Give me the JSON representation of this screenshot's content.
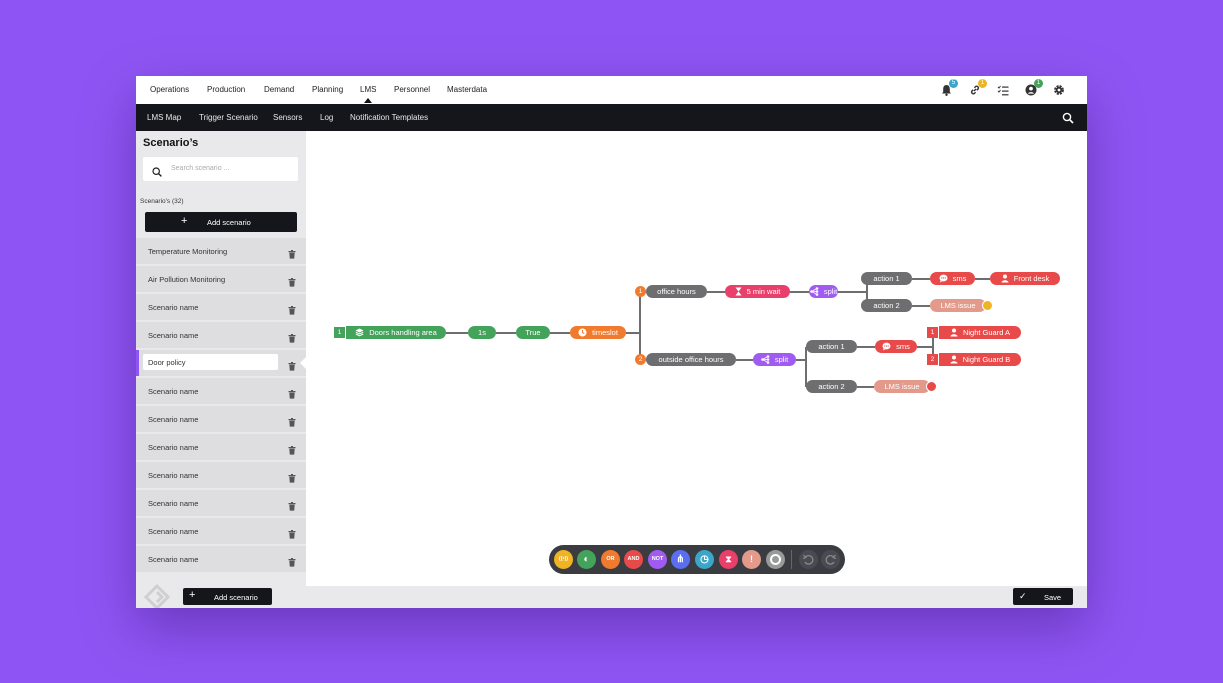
{
  "topnav": {
    "items": [
      "Operations",
      "Production",
      "Demand",
      "Planning",
      "LMS",
      "Personnel",
      "Masterdata"
    ],
    "active": "LMS",
    "icons": {
      "bell": {
        "icon": "bell-icon",
        "badge": "5",
        "color": "#3aa6c9"
      },
      "link": {
        "icon": "link-icon",
        "badge": "1",
        "color": "#f0b323"
      },
      "tasks": {
        "icon": "checklist-icon"
      },
      "user": {
        "icon": "user-icon",
        "badge": "1",
        "color": "#44a35b"
      },
      "settings": {
        "icon": "gear-icon"
      }
    }
  },
  "subnav": {
    "items": [
      "LMS Map",
      "Trigger Scenario",
      "Sensors",
      "Log",
      "Notification Templates"
    ]
  },
  "sidebar": {
    "title": "Scenario’s",
    "search_placeholder": "Search scenario ...",
    "count": "Scenario's (32)",
    "add_label": "Add scenario",
    "items": [
      "Temperature Monitoring",
      "Air Pollution Monitoring",
      "Scenario name",
      "Scenario name",
      "Door policy",
      "Scenario name",
      "Scenario name",
      "Scenario name",
      "Scenario name",
      "Scenario name",
      "Scenario name",
      "Scenario name"
    ],
    "selected_index": 4
  },
  "flow": {
    "start": {
      "num": "1",
      "label": "Doors handling area"
    },
    "duration": "1s",
    "condition": "True",
    "timeslot": "timeslot",
    "office": {
      "num": "1",
      "label": "office hours"
    },
    "outside": {
      "num": "2",
      "label": "outside office hours"
    },
    "wait": "5 min wait",
    "split1": "split",
    "split2": "split",
    "action1_top": "action 1",
    "action2_top": "action 2",
    "action1_bot": "action 1",
    "action2_bot": "action 2",
    "sms_top": "sms",
    "sms_bot": "sms",
    "front_desk": "Front desk",
    "lms_issue_top": "LMS issue",
    "lms_issue_bot": "LMS issue",
    "guard_a": {
      "num": "1",
      "label": "Night Guard A"
    },
    "guard_b": {
      "num": "2",
      "label": "Night Guard B"
    }
  },
  "toolbar": {
    "tools": [
      {
        "name": "trigger-tool",
        "label": "((•))",
        "color": "#f0b323"
      },
      {
        "name": "condition-tool",
        "label": "◐",
        "color": "#44a35b"
      },
      {
        "name": "or-tool",
        "label": "OR",
        "color": "#f07b2e"
      },
      {
        "name": "and-tool",
        "label": "AND",
        "color": "#e84a4a"
      },
      {
        "name": "not-tool",
        "label": "NOT",
        "color": "#a05cf0"
      },
      {
        "name": "split-tool",
        "label": "⋔",
        "color": "#5a6ff0"
      },
      {
        "name": "timeslot-tool",
        "label": "◷",
        "color": "#3aa6c9"
      },
      {
        "name": "wait-tool",
        "label": "⧗",
        "color": "#e8406b"
      },
      {
        "name": "issue-tool",
        "label": "!",
        "color": "#e39a8b"
      },
      {
        "name": "end-tool",
        "label": "",
        "color": "#9a9a9a"
      }
    ]
  },
  "bottombar": {
    "add_label": "Add scenario",
    "save_label": "Save"
  },
  "colors": {
    "green": "#44a35b",
    "orange": "#f07b2e",
    "grey": "#6e6e70",
    "pink": "#e8406b",
    "purple": "#a05cf0",
    "red": "#e84a4a",
    "salmon": "#e39a8b",
    "yellow": "#f0b323"
  }
}
